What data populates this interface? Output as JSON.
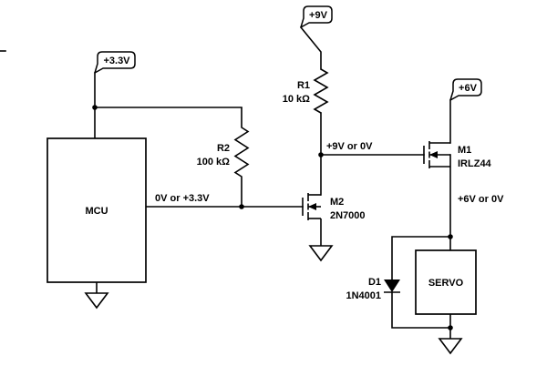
{
  "diagram_type": "circuit-schematic",
  "power_tags": {
    "v33": "+3.3V",
    "v9": "+9V",
    "v6": "+6V"
  },
  "blocks": {
    "mcu": "MCU",
    "servo": "SERVO"
  },
  "components": {
    "r1": {
      "ref": "R1",
      "value": "10 kΩ"
    },
    "r2": {
      "ref": "R2",
      "value": "100 kΩ"
    },
    "m1": {
      "ref": "M1",
      "value": "IRLZ44"
    },
    "m2": {
      "ref": "M2",
      "value": "2N7000"
    },
    "d1": {
      "ref": "D1",
      "value": "1N4001"
    }
  },
  "net_labels": {
    "mcu_out": "0V or +3.3V",
    "m2_drain": "+9V or 0V",
    "m1_out": "+6V or 0V"
  },
  "colors": {
    "stroke": "#000000",
    "background": "#ffffff"
  }
}
